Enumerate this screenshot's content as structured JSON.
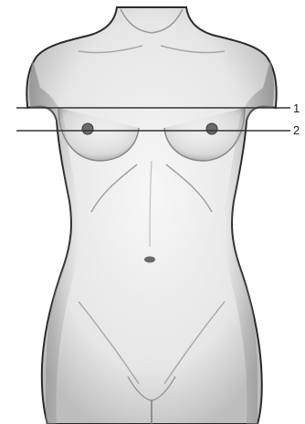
{
  "figure": {
    "subject": "front-view-torso-illustration",
    "style": "grayscale-stippled-drawing"
  },
  "measurement_lines": [
    {
      "label": "1",
      "color": "#333333"
    },
    {
      "label": "2",
      "color": "#333333"
    }
  ],
  "colors": {
    "background": "#ffffff",
    "outline": "#2a2a2a",
    "skin_light": "#f4f4f4",
    "skin_shade": "#b8b8b8",
    "line": "#333333"
  }
}
